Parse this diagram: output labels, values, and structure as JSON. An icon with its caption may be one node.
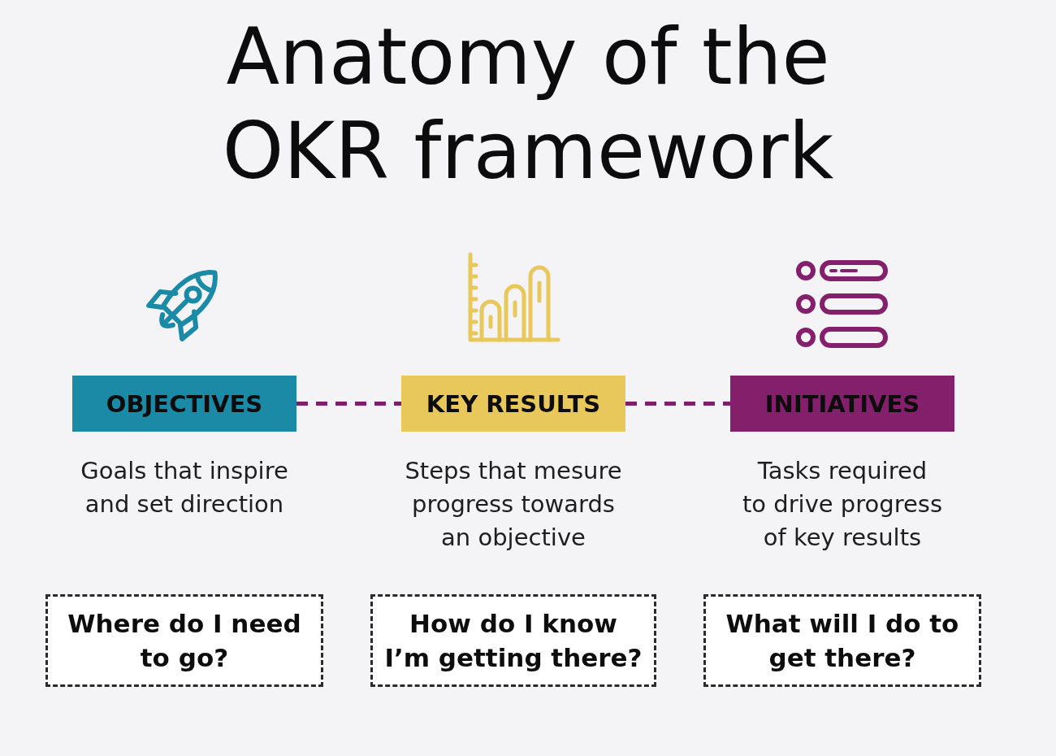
{
  "diagram": {
    "title": "Anatomy of the OKR framework",
    "nodes": [
      {
        "text": [
          "OBJECTIVES"
        ],
        "beside": [
          "Goals that inspire and set direction"
        ]
      },
      {
        "text": [
          "KEY RESULTS"
        ],
        "beside": [
          "Steps that mesure progress towards an objective"
        ]
      },
      {
        "text": [
          "INITIATIVES"
        ],
        "beside": [
          "Tasks required to drive progress of key results"
        ]
      },
      {
        "text": [
          "Where do I need to go?"
        ]
      },
      {
        "text": [
          "How do I know I’m getting there?"
        ]
      },
      {
        "text": [
          "What will I do to get there?"
        ]
      }
    ],
    "edges": [
      {
        "from": 0,
        "to": 1,
        "arrow": "none",
        "style": "dashed"
      },
      {
        "from": 1,
        "to": 2,
        "arrow": "none",
        "style": "dashed"
      }
    ]
  }
}
